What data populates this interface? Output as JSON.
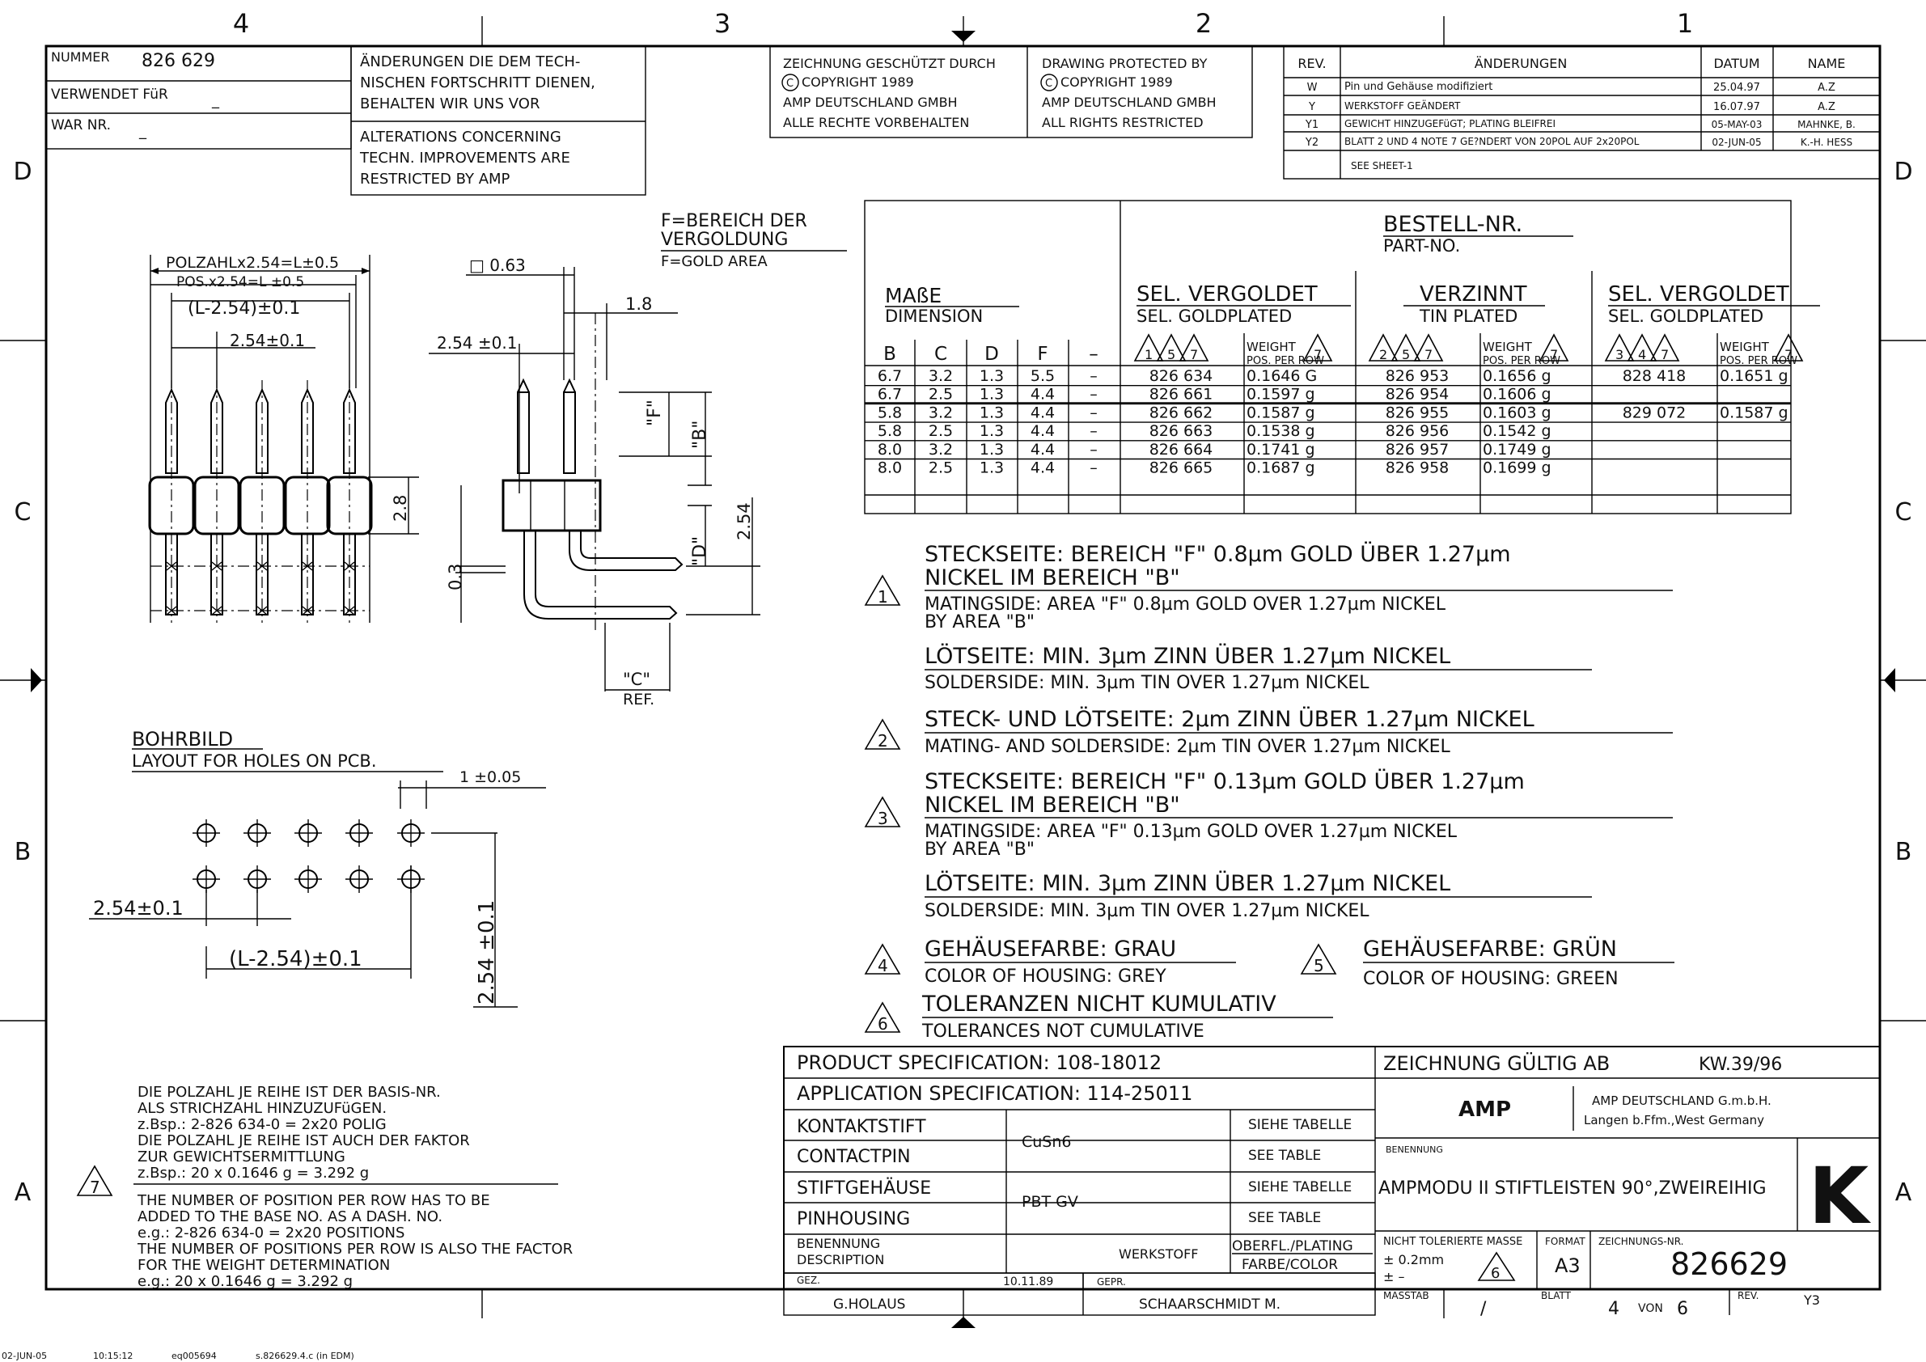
{
  "zones": {
    "top": [
      "4",
      "3",
      "2",
      "1"
    ],
    "side": [
      "D",
      "C",
      "B",
      "A"
    ]
  },
  "title_block": {
    "nummer_label": "NUMMER",
    "nummer_value": "826 629",
    "verwendet_label": "VERWENDET FüR",
    "verwendet_value": "_",
    "war_label": "WAR NR.",
    "war_value": "_",
    "changes_de": [
      "ÄNDERUNGEN DIE DEM TECH-",
      "NISCHEN FORTSCHRITT DIENEN,",
      "BEHALTEN WIR UNS VOR"
    ],
    "changes_en": [
      "ALTERATIONS CONCERNING",
      "TECHN. IMPROVEMENTS ARE",
      "RESTRICTED BY AMP"
    ],
    "copyright_de": [
      "ZEICHNUNG GESCHÜTZT DURCH",
      "COPYRIGHT 1989",
      "AMP DEUTSCHLAND GMBH",
      "ALLE RECHTE VORBEHALTEN"
    ],
    "copyright_en": [
      "DRAWING PROTECTED BY",
      "COPYRIGHT 1989",
      "AMP DEUTSCHLAND GMBH",
      "ALL RIGHTS RESTRICTED"
    ]
  },
  "revisions": {
    "headers": [
      "REV.",
      "ÄNDERUNGEN",
      "DATUM",
      "NAME"
    ],
    "rows": [
      {
        "rev": "W",
        "change": "Pin und Gehäuse modifiziert",
        "date": "25.04.97",
        "name": "A.Z"
      },
      {
        "rev": "Y",
        "change": "WERKSTOFF GEÄNDERT",
        "date": "16.07.97",
        "name": "A.Z"
      },
      {
        "rev": "Y1",
        "change": "GEWICHT HINZUGEFüGT; PLATING BLEIFREI",
        "date": "05-MAY-03",
        "name": "MAHNKE, B."
      },
      {
        "rev": "Y2",
        "change": "BLATT 2 UND 4 NOTE 7 GE?NDERT VON 20POL AUF 2x20POL",
        "date": "02-JUN-05",
        "name": "K.-H. HESS"
      },
      {
        "rev": "",
        "change": "SEE SHEET-1",
        "date": "",
        "name": ""
      }
    ]
  },
  "drawing": {
    "gold_area_de": [
      "F=BEREICH DER",
      "VERGOLDUNG"
    ],
    "gold_area_en": "F=GOLD AREA",
    "dim_polzahl": "POLZAHLx2.54=L±0.5",
    "dim_pos": "POS.x2.54=L ±0.5",
    "dim_l_minus": "(L-2.54)±0.1",
    "dim_pitch": "2.54±0.1",
    "dim_square": "□ 0.63",
    "dim_pitch_side": "2.54 ±0.1",
    "dim_1_8": "1.8",
    "dim_2_8": "2.8",
    "dim_0_3": "0.3",
    "dim_2_54_v": "2.54",
    "label_f": "\"F\"",
    "label_b": "\"B\"",
    "label_d": "\"D\"",
    "label_c": "\"C\"",
    "label_ref": "REF."
  },
  "bohrbild": {
    "title": "BOHRBILD",
    "subtitle": "LAYOUT FOR HOLES ON PCB.",
    "dim_hole": "1 ±0.05",
    "dim_pitch_h": "2.54±0.1",
    "dim_l": "(L-2.54)±0.1",
    "dim_pitch_v": "2.54 ±0.1"
  },
  "table": {
    "bestell": "BESTELL-NR.",
    "partno": "PART-NO.",
    "masse": "MAßE",
    "dimension": "DIMENSION",
    "col_groups": [
      {
        "de": "SEL. VERGOLDET",
        "en": "SEL. GOLDPLATED",
        "notes": [
          "1",
          "5",
          "7"
        ]
      },
      {
        "de": "VERZINNT",
        "en": "TIN PLATED",
        "notes": [
          "2",
          "5",
          "7"
        ]
      },
      {
        "de": "SEL. VERGOLDET",
        "en": "SEL. GOLDPLATED",
        "notes": [
          "3",
          "4",
          "7"
        ]
      }
    ],
    "weight": "WEIGHT",
    "pos_per_row": "POS. PER ROW",
    "dim_headers": [
      "B",
      "C",
      "D",
      "F",
      "–"
    ],
    "rows": [
      [
        "6.7",
        "3.2",
        "1.3",
        "5.5",
        "–",
        "826 634",
        "0.1646 G",
        "826 953",
        "0.1656 g",
        "828 418",
        "0.1651 g"
      ],
      [
        "6.7",
        "2.5",
        "1.3",
        "4.4",
        "–",
        "826 661",
        "0.1597 g",
        "826 954",
        "0.1606 g",
        "",
        ""
      ],
      [
        "5.8",
        "3.2",
        "1.3",
        "4.4",
        "–",
        "826 662",
        "0.1587 g",
        "826 955",
        "0.1603 g",
        "829 072",
        "0.1587 g"
      ],
      [
        "5.8",
        "2.5",
        "1.3",
        "4.4",
        "–",
        "826 663",
        "0.1538 g",
        "826 956",
        "0.1542 g",
        "",
        ""
      ],
      [
        "8.0",
        "3.2",
        "1.3",
        "4.4",
        "–",
        "826 664",
        "0.1741 g",
        "826 957",
        "0.1749 g",
        "",
        ""
      ],
      [
        "8.0",
        "2.5",
        "1.3",
        "4.4",
        "–",
        "826 665",
        "0.1687 g",
        "826 958",
        "0.1699 g",
        "",
        ""
      ]
    ]
  },
  "notes": {
    "n1_de1": "STECKSEITE: BEREICH \"F\" 0.8µm GOLD ÜBER 1.27µm",
    "n1_de2": "NICKEL IM BEREICH \"B\"",
    "n1_en1": "MATINGSIDE: AREA \"F\" 0.8µm GOLD OVER 1.27µm NICKEL",
    "n1_en2": "BY AREA \"B\"",
    "n1_sol_de": "LÖTSEITE: MIN. 3µm ZINN ÜBER 1.27µm NICKEL",
    "n1_sol_en": "SOLDERSIDE: MIN. 3µm TIN OVER 1.27µm NICKEL",
    "n2_de": "STECK- UND LÖTSEITE: 2µm ZINN ÜBER 1.27µm NICKEL",
    "n2_en": "MATING- AND SOLDERSIDE: 2µm TIN OVER 1.27µm NICKEL",
    "n3_de1": "STECKSEITE: BEREICH \"F\" 0.13µm GOLD ÜBER 1.27µm",
    "n3_de2": "NICKEL IM BEREICH \"B\"",
    "n3_en1": "MATINGSIDE: AREA \"F\" 0.13µm GOLD OVER 1.27µm NICKEL",
    "n3_en2": "BY AREA \"B\"",
    "n3_sol_de": "LÖTSEITE: MIN. 3µm ZINN ÜBER 1.27µm NICKEL",
    "n3_sol_en": "SOLDERSIDE: MIN. 3µm TIN OVER 1.27µm NICKEL",
    "n4_de": "GEHÄUSEFARBE: GRAU",
    "n4_en": "COLOR OF HOUSING: GREY",
    "n5_de": "GEHÄUSEFARBE: GRÜN",
    "n5_en": "COLOR OF HOUSING: GREEN",
    "n6_de": "TOLERANZEN NICHT KUMULATIV",
    "n6_en": "TOLERANCES NOT CUMULATIVE",
    "n7_de": [
      "DIE POLZAHL JE REIHE IST DER BASIS-NR.",
      "ALS STRICHZAHL HINZUZUFüGEN.",
      "z.Bsp.: 2-826 634-0 = 2x20 POLIG",
      "DIE POLZAHL JE REIHE IST AUCH DER FAKTOR",
      "ZUR GEWICHTSERMITTLUNG",
      "z.Bsp.: 20 x 0.1646 g = 3.292 g"
    ],
    "n7_en": [
      "THE NUMBER OF POSITION PER ROW HAS TO BE",
      "ADDED TO THE BASE NO. AS A DASH. NO.",
      "e.g.: 2-826 634-0 = 2x20 POSITIONS",
      "THE NUMBER OF POSITIONS PER ROW IS ALSO THE FACTOR",
      "FOR THE WEIGHT DETERMINATION",
      "e.g.: 20 x 0.1646 g = 3.292 g"
    ]
  },
  "bottom": {
    "product_spec": "PRODUCT SPECIFICATION: 108-18012",
    "app_spec": "APPLICATION SPECIFICATION: 114-25011",
    "kontaktstift": "KONTAKTSTIFT",
    "contactpin": "CONTACTPIN",
    "stiftgehause": "STIFTGEHÄUSE",
    "pinhousing": "PINHOUSING",
    "cusn6": "CuSn6",
    "pbtgv": "PBT GV",
    "siehe1": "SIEHE TABELLE",
    "see1": "SEE TABLE",
    "siehe2": "SIEHE TABELLE",
    "see2": "SEE TABLE",
    "benennung_de": "BENENNUNG",
    "description": "DESCRIPTION",
    "werkstoff": "WERKSTOFF",
    "oberfl": "OBERFL./PLATING",
    "farbe": "FARBE/COLOR",
    "gez": "GEZ.",
    "gez_name": "G.HOLAUS",
    "gez_date": "10.11.89",
    "gepr": "GEPR.",
    "gepr_name": "SCHAARSCHMIDT M.",
    "gueltig": "ZEICHNUNG GÜLTIG AB",
    "kw": "KW.39/96",
    "company_logo": "AMP",
    "company": "AMP DEUTSCHLAND G.m.b.H.",
    "location": "Langen b.Ffm.,West Germany",
    "benennung_small": "BENENNUNG",
    "part_title": "AMPMODU II STIFTLEISTEN 90°,ZWEIREIHIG",
    "class_letter": "K",
    "tol_label": "NICHT TOLERIERTE MASSE",
    "tol1": "± 0.2mm",
    "tol2": "± –",
    "tol_note": "6",
    "format_label": "FORMAT",
    "format": "A3",
    "zeichnungs_label": "ZEICHNUNGS-NR.",
    "zeichnungs_nr": "826629",
    "masstab_label": "MASSTAB",
    "masstab": "/",
    "blatt_label": "BLATT",
    "blatt": "4",
    "von": "VON",
    "blatt_total": "6",
    "rev_label": "REV.",
    "rev": "Y3"
  },
  "footer": {
    "date": "02-JUN-05",
    "time": "10:15:12",
    "user": "eq005694",
    "file": "s.826629.4.c (in EDM)"
  }
}
